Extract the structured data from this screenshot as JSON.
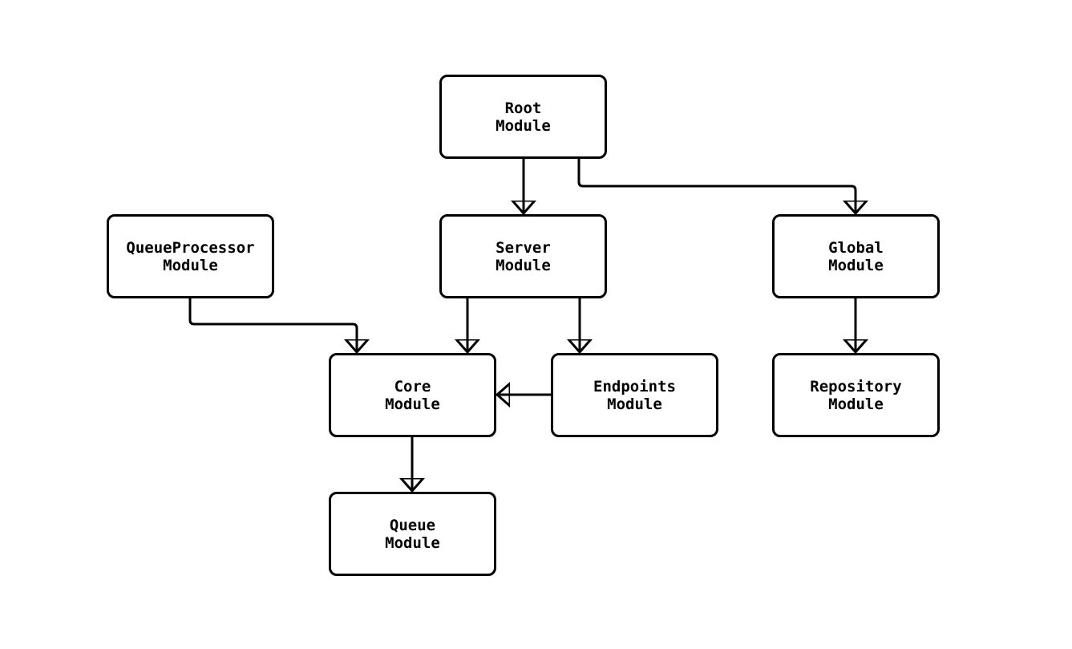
{
  "diagram": {
    "type": "flowchart",
    "background_color": "#ffffff",
    "node_fill_color": "#ffffff",
    "node_border_color": "#000000",
    "edge_color": "#000000",
    "text_color": "#000000",
    "nodes": [
      {
        "id": "root",
        "label": "Root\nModule"
      },
      {
        "id": "server",
        "label": "Server\nModule"
      },
      {
        "id": "queue-processor",
        "label": "QueueProcessor\nModule"
      },
      {
        "id": "global",
        "label": "Global\nModule"
      },
      {
        "id": "core",
        "label": "Core\nModule"
      },
      {
        "id": "endpoints",
        "label": "Endpoints\nModule"
      },
      {
        "id": "repository",
        "label": "Repository\nModule"
      },
      {
        "id": "queue",
        "label": "Queue\nModule"
      }
    ],
    "edges": [
      {
        "from": "root",
        "to": "server"
      },
      {
        "from": "root",
        "to": "global"
      },
      {
        "from": "queue-processor",
        "to": "core"
      },
      {
        "from": "server",
        "to": "core"
      },
      {
        "from": "server",
        "to": "endpoints"
      },
      {
        "from": "endpoints",
        "to": "core"
      },
      {
        "from": "global",
        "to": "repository"
      },
      {
        "from": "core",
        "to": "queue"
      }
    ]
  }
}
